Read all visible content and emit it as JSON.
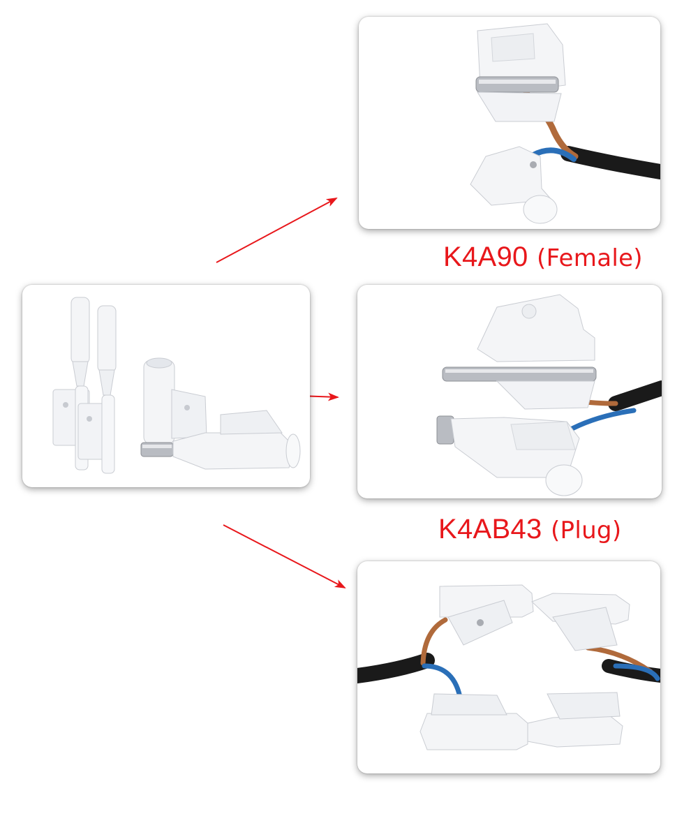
{
  "labels": {
    "female": {
      "code": "K4A90",
      "kind": "(Female)"
    },
    "plug": {
      "code": "K4AB43",
      "kind": "(Plug)"
    }
  },
  "colors": {
    "label_red": "#e8171b",
    "arrow_red": "#e8171b",
    "connector_white": "#f4f5f7",
    "wire_black": "#1a1a1a",
    "wire_brown": "#b06a3b",
    "wire_blue": "#2a6fb8"
  },
  "icons": {
    "arrow": "arrow-right-icon"
  }
}
